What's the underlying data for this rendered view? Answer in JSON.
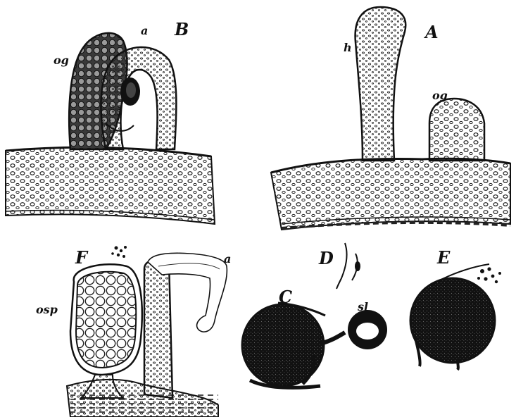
{
  "figure": {
    "panels": [
      {
        "id": "A",
        "letter": "A",
        "labels": [
          "h",
          "og"
        ]
      },
      {
        "id": "B",
        "letter": "B",
        "labels": [
          "og",
          "a"
        ]
      },
      {
        "id": "C",
        "letter": "C",
        "labels": [
          "sl"
        ]
      },
      {
        "id": "D",
        "letter": "D",
        "labels": []
      },
      {
        "id": "E",
        "letter": "E",
        "labels": []
      },
      {
        "id": "F",
        "letter": "F",
        "labels": [
          "osp",
          "a"
        ]
      }
    ],
    "ink_color": "#111111",
    "paper_color": "#ffffff"
  }
}
